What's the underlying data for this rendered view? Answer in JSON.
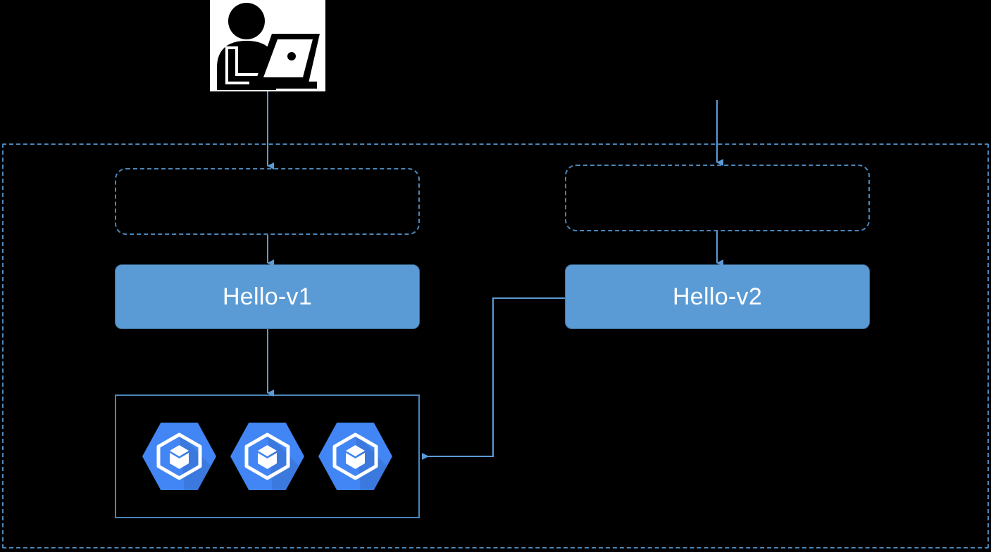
{
  "diagram": {
    "title": "Kubernetes blue-green / canary deployment diagram",
    "background_color": "#000000",
    "accent_color": "#5b9bd5",
    "line_color": "#5b9bd5",
    "dashed_border_color": "#4a86b8"
  },
  "actor": {
    "name": "user-at-laptop-icon",
    "plate_color": "#ffffff",
    "glyph_color": "#000000"
  },
  "cluster": {
    "name": "cluster-boundary",
    "border_style": "dashed"
  },
  "services": [
    {
      "id": "service-left",
      "name": "service-box-left",
      "label": "",
      "border_style": "dashed"
    },
    {
      "id": "service-right",
      "name": "service-box-right",
      "label": "",
      "border_style": "dashed"
    }
  ],
  "deployments": [
    {
      "id": "hello-v1",
      "label": "Hello-v1",
      "fill": "#5b9bd5",
      "stroke": "#41719c",
      "text_color": "#ffffff"
    },
    {
      "id": "hello-v2",
      "label": "Hello-v2",
      "fill": "#5b9bd5",
      "stroke": "#41719c",
      "text_color": "#ffffff"
    }
  ],
  "pods": {
    "container_name": "pods-group",
    "count": 3,
    "items": [
      {
        "id": "pod-1",
        "icon": "kubernetes-engine-icon",
        "fill": "#4285f4"
      },
      {
        "id": "pod-2",
        "icon": "kubernetes-engine-icon",
        "fill": "#4285f4"
      },
      {
        "id": "pod-3",
        "icon": "kubernetes-engine-icon",
        "fill": "#4285f4"
      }
    ]
  },
  "connectors": [
    {
      "id": "user-to-service-left",
      "from": "user-icon",
      "to": "service-box-left",
      "direction": "down"
    },
    {
      "id": "service-left-to-hello-v1",
      "from": "service-box-left",
      "to": "hello-v1",
      "direction": "down"
    },
    {
      "id": "hello-v1-to-pods",
      "from": "hello-v1",
      "to": "pods-group",
      "direction": "down"
    },
    {
      "id": "external-to-service-right",
      "from": "external",
      "to": "service-box-right",
      "direction": "down"
    },
    {
      "id": "service-right-to-hello-v2",
      "from": "service-box-right",
      "to": "hello-v2",
      "direction": "down"
    },
    {
      "id": "hello-v2-to-pods",
      "from": "hello-v2",
      "to": "pods-group",
      "direction": "left"
    }
  ]
}
